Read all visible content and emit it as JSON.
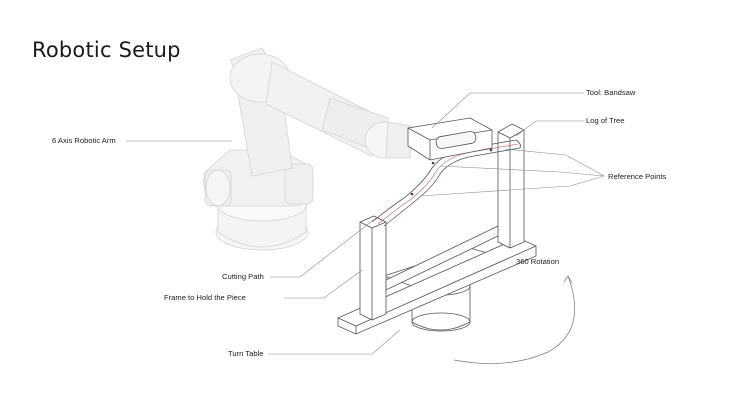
{
  "title": "Robotic Setup",
  "labels": {
    "tool": "Tool: Bandsaw",
    "log": "Log of Tree",
    "arm": "6 Axis Robotic Arm",
    "reference": "Reference Points",
    "rotation": "360 Rotation",
    "cutting_path": "Cutting Path",
    "frame": "Frame to Hold the Piece",
    "turn_table": "Turn Table"
  },
  "colors": {
    "line": "#8a8a8a",
    "robot_fill": "#f2f2f2",
    "robot_stroke": "#d6d6d6",
    "accent": "#c25a5a"
  }
}
